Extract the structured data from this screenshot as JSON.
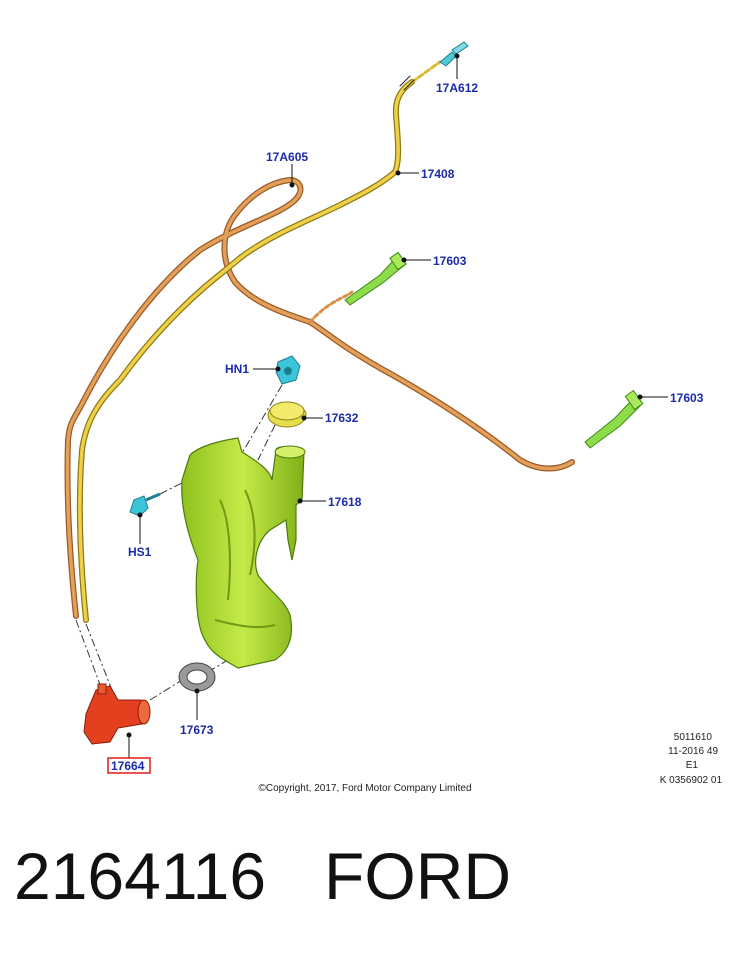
{
  "callouts": {
    "c17A612": "17A612",
    "c17408": "17408",
    "c17A605": "17A605",
    "c17603a": "17603",
    "c17603b": "17603",
    "cHN1": "HN1",
    "c17632": "17632",
    "c17618": "17618",
    "cHS1": "HS1",
    "c17673": "17673",
    "c17664": "17664"
  },
  "meta": {
    "line1": "5011610",
    "line2": "11-2016 49",
    "line3": "E1",
    "line4": "K 0356902 01"
  },
  "copyright": "©Copyright, 2017, Ford Motor Company Limited",
  "caption": {
    "part_number": "2164116",
    "brand": "FORD"
  },
  "colors": {
    "callout_text": "#1a2aa8",
    "selected_box": "#e01b1b",
    "hose_orange": "#d9904a",
    "hose_yellow": "#e8c23a",
    "tank_green": "#a6d62a",
    "cap_yellow": "#e6dd4a",
    "pump_red": "#e2401e",
    "nozzle_green": "#8fdc4a",
    "fastener_cyan": "#3cc4d8",
    "gasket_gray": "#8c8c8c"
  }
}
